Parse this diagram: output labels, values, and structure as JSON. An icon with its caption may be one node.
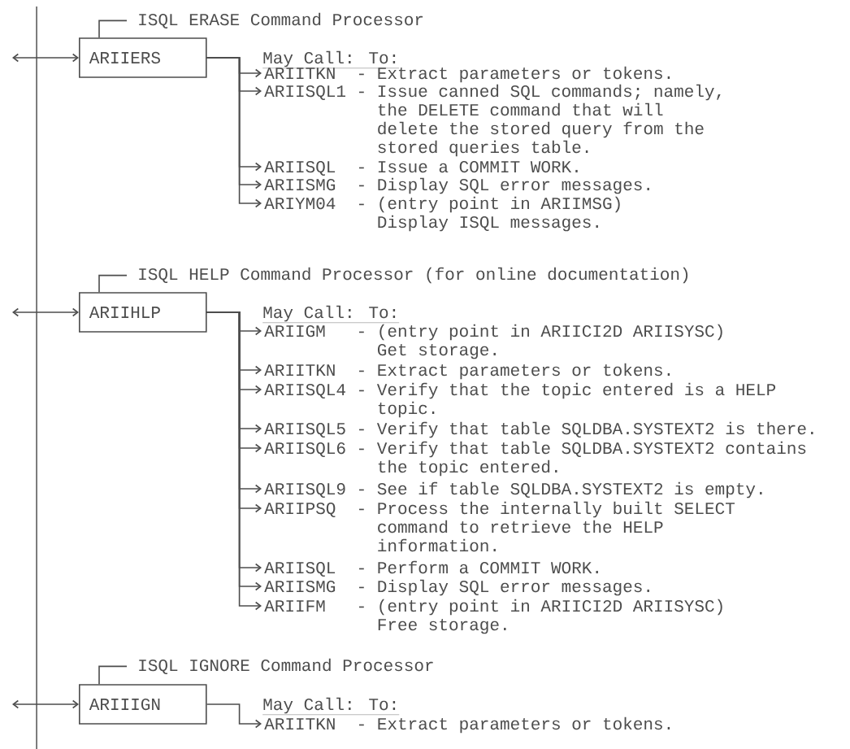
{
  "diagram": {
    "nodes": [
      {
        "text": [
          "ISQL ERASE Command Processor"
        ]
      },
      {
        "text": [
          "ARIIERS"
        ]
      },
      {
        "text": [
          "ARIITKN",
          "- Extract parameters or tokens."
        ]
      },
      {
        "text": [
          "ARIISQL1",
          "- Issue canned SQL commands; namely, the DELETE command that will delete the stored query from the stored queries table."
        ]
      },
      {
        "text": [
          "ARIISQL",
          "- Issue a COMMIT WORK."
        ]
      },
      {
        "text": [
          "ARIISMG",
          "- Display SQL error messages."
        ]
      },
      {
        "text": [
          "ARIYM04",
          "- (entry point in ARIIMSG) Display ISQL messages."
        ]
      },
      {
        "text": [
          "ISQL HELP Command Processor (for online documentation)"
        ]
      },
      {
        "text": [
          "ARIIHLP"
        ]
      },
      {
        "text": [
          "ARIIGM",
          "- (entry point in ARIICI2D ARIISYSC) Get storage."
        ]
      },
      {
        "text": [
          "ARIITKN",
          "- Extract parameters or tokens."
        ]
      },
      {
        "text": [
          "ARIISQL4",
          "- Verify that the topic entered is a HELP topic."
        ]
      },
      {
        "text": [
          "ARIISQL5",
          "- Verify that table SQLDBA.SYSTEXT2 is there."
        ]
      },
      {
        "text": [
          "ARIISQL6",
          "- Verify that table SQLDBA.SYSTEXT2 contains the topic entered."
        ]
      },
      {
        "text": [
          "ARIISQL9",
          "- See if table SQLDBA.SYSTEXT2 is empty."
        ]
      },
      {
        "text": [
          "ARIIPSQ",
          "- Process the internally built SELECT command to retrieve the HELP information."
        ]
      },
      {
        "text": [
          "ARIISQL",
          "- Perform a COMMIT WORK."
        ]
      },
      {
        "text": [
          "ARIISMG",
          "- Display SQL error messages."
        ]
      },
      {
        "text": [
          "ARIIFM",
          "- (entry point in ARIICI2D ARIISYSC) Free storage."
        ]
      },
      {
        "text": [
          "ISQL IGNORE Command Processor"
        ]
      },
      {
        "text": [
          "ARIIIGN"
        ]
      },
      {
        "text": [
          "ARIITKN",
          "- Extract parameters or tokens."
        ]
      }
    ],
    "edges": [
      {
        "from": 1,
        "to": 0,
        "arrow": "none"
      },
      {
        "from": null,
        "to": 1,
        "arrow": "both"
      },
      {
        "from": 1,
        "to": 2,
        "arrow": "to"
      },
      {
        "from": 1,
        "to": 3,
        "arrow": "to"
      },
      {
        "from": 1,
        "to": 4,
        "arrow": "to"
      },
      {
        "from": 1,
        "to": 5,
        "arrow": "to"
      },
      {
        "from": 1,
        "to": 6,
        "arrow": "to"
      },
      {
        "from": 8,
        "to": 7,
        "arrow": "none"
      },
      {
        "from": null,
        "to": 8,
        "arrow": "both"
      },
      {
        "from": 8,
        "to": 9,
        "arrow": "to"
      },
      {
        "from": 8,
        "to": 10,
        "arrow": "to"
      },
      {
        "from": 8,
        "to": 11,
        "arrow": "to"
      },
      {
        "from": 8,
        "to": 12,
        "arrow": "to"
      },
      {
        "from": 8,
        "to": 13,
        "arrow": "to"
      },
      {
        "from": 8,
        "to": 14,
        "arrow": "to"
      },
      {
        "from": 8,
        "to": 15,
        "arrow": "to"
      },
      {
        "from": 8,
        "to": 16,
        "arrow": "to"
      },
      {
        "from": 8,
        "to": 17,
        "arrow": "to"
      },
      {
        "from": 8,
        "to": 18,
        "arrow": "to"
      },
      {
        "from": 20,
        "to": 19,
        "arrow": "none"
      },
      {
        "from": null,
        "to": 20,
        "arrow": "both"
      },
      {
        "from": 20,
        "to": 21,
        "arrow": "to"
      }
    ],
    "labels": [
      "May Call: To:",
      "May Call: To:",
      "May Call: To:"
    ]
  }
}
